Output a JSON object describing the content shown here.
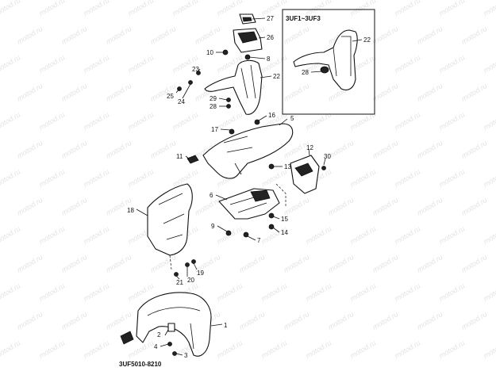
{
  "diagram": {
    "inset_title": "3UF1~3UF3",
    "part_code": "3UF5010-8210",
    "watermark": "motod.ru",
    "callouts": [
      {
        "id": "c27",
        "text": "27"
      },
      {
        "id": "c26",
        "text": "26"
      },
      {
        "id": "c22a",
        "text": "22"
      },
      {
        "id": "c10",
        "text": "10"
      },
      {
        "id": "c8",
        "text": "8"
      },
      {
        "id": "c23",
        "text": "23"
      },
      {
        "id": "c22b",
        "text": "22"
      },
      {
        "id": "c28a",
        "text": "28"
      },
      {
        "id": "c25",
        "text": "25"
      },
      {
        "id": "c24",
        "text": "24"
      },
      {
        "id": "c29",
        "text": "29"
      },
      {
        "id": "c28b",
        "text": "28"
      },
      {
        "id": "c16",
        "text": "16"
      },
      {
        "id": "c5",
        "text": "5"
      },
      {
        "id": "c17",
        "text": "17"
      },
      {
        "id": "c12",
        "text": "12"
      },
      {
        "id": "c11",
        "text": "11"
      },
      {
        "id": "c30",
        "text": "30"
      },
      {
        "id": "c13",
        "text": "13"
      },
      {
        "id": "c6",
        "text": "6"
      },
      {
        "id": "c18",
        "text": "18"
      },
      {
        "id": "c15",
        "text": "15"
      },
      {
        "id": "c9",
        "text": "9"
      },
      {
        "id": "c14",
        "text": "14"
      },
      {
        "id": "c7",
        "text": "7"
      },
      {
        "id": "c19",
        "text": "19"
      },
      {
        "id": "c20",
        "text": "20"
      },
      {
        "id": "c21",
        "text": "21"
      },
      {
        "id": "c1",
        "text": "1"
      },
      {
        "id": "c2",
        "text": "2"
      },
      {
        "id": "c4",
        "text": "4"
      },
      {
        "id": "c3",
        "text": "3"
      }
    ]
  }
}
